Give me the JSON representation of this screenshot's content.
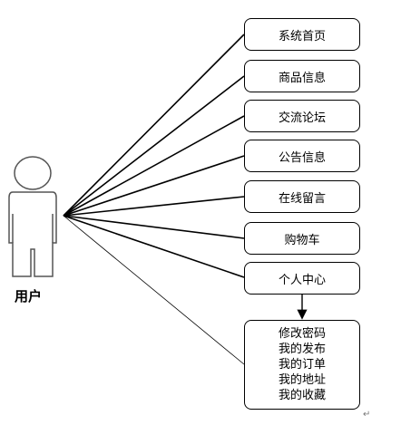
{
  "actor": {
    "label": "用户"
  },
  "modules": [
    {
      "label": "系统首页"
    },
    {
      "label": "商品信息"
    },
    {
      "label": "交流论坛"
    },
    {
      "label": "公告信息"
    },
    {
      "label": "在线留言"
    },
    {
      "label": "购物车"
    },
    {
      "label": "个人中心"
    }
  ],
  "personal_center": {
    "items": [
      "修改密码",
      "我的发布",
      "我的订单",
      "我的地址",
      "我的收藏"
    ]
  },
  "footer": {
    "return_mark": "↵"
  }
}
